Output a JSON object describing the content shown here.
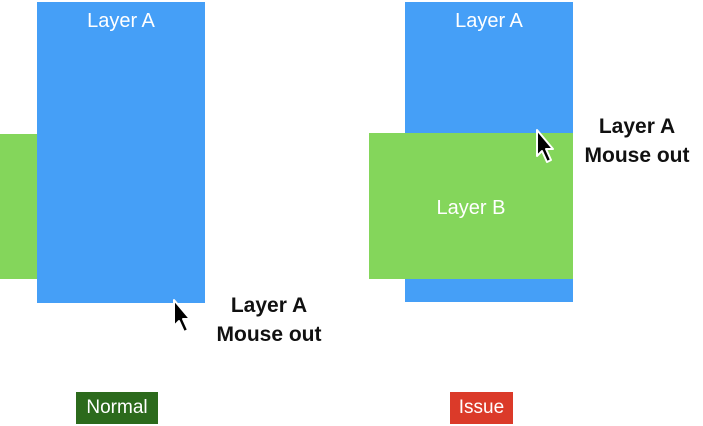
{
  "normal_panel": {
    "layer_a_label": "Layer A",
    "caption_line1": "Layer A",
    "caption_line2": "Mouse out",
    "badge_label": "Normal",
    "badge_color": "#2c6a1c"
  },
  "issue_panel": {
    "layer_a_label": "Layer A",
    "layer_b_label": "Layer B",
    "caption_line1": "Layer A",
    "caption_line2": "Mouse out",
    "badge_label": "Issue",
    "badge_color": "#db3a29"
  },
  "colors": {
    "layer_a": "#459ff7",
    "layer_b": "#84d65b"
  },
  "icons": [
    "mouse-pointer-icon"
  ]
}
